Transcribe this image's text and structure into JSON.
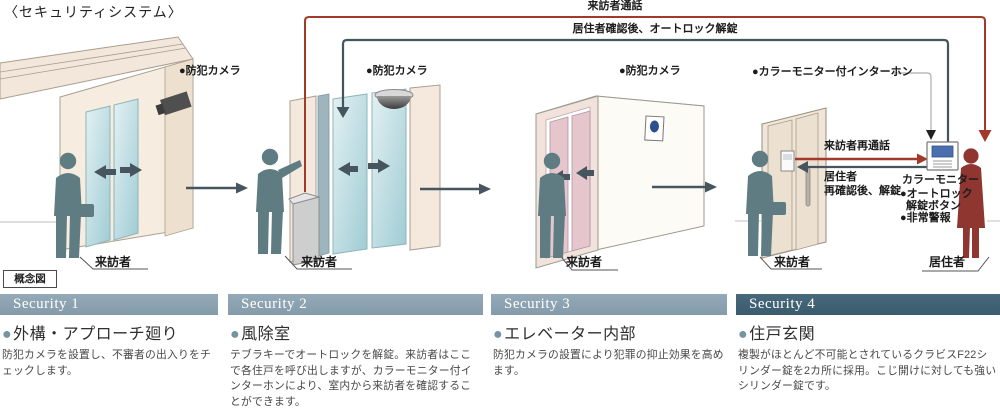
{
  "title": "〈セキュリティシステム〉",
  "flows": {
    "visitor_call": "来訪者通話",
    "autolock_release": "居住者確認後、オートロック解錠"
  },
  "scene1": {
    "camera": "●防犯カメラ",
    "visitor": "来訪者",
    "concept": "概念図"
  },
  "scene2": {
    "camera": "●防犯カメラ",
    "visitor": "来訪者"
  },
  "scene3": {
    "camera": "●防犯カメラ",
    "visitor": "来訪者"
  },
  "scene4": {
    "intercom": "●カラーモニター付インターホン",
    "recall": "来訪者再通話",
    "reunlock1": "居住者",
    "reunlock2": "再確認後、解錠",
    "monitor": "カラーモニター",
    "autolock1": "●オートロック",
    "autolock2": "解錠ボタン",
    "alarm": "●非常警報",
    "visitor": "来訪者",
    "resident": "居住者"
  },
  "sections": [
    {
      "header": "Security 1",
      "bullet": "●",
      "heading": "外構・アプローチ廻り",
      "body": "防犯カメラを設置し、不審者の出入りをチェックします。"
    },
    {
      "header": "Security 2",
      "bullet": "●",
      "heading": "風除室",
      "body": "テブラキーでオートロックを解錠。来訪者はここで各住戸を呼び出しますが、カラーモニター付インターホンにより、室内から来訪者を確認することができます。"
    },
    {
      "header": "Security 3",
      "bullet": "●",
      "heading": "エレベーター内部",
      "body": "防犯カメラの設置により犯罪の抑止効果を高めます。"
    },
    {
      "header": "Security 4",
      "bullet": "●",
      "heading": "住戸玄関",
      "body": "複製がほとんど不可能とされているクラビスF22シリンダー錠を2カ所に採用。こじ開けに対しても強いシリンダー錠です。"
    }
  ],
  "colors": {
    "accent_red": "#A23A2B",
    "accent_slate": "#45555D",
    "bar_light": "#8CA2B1",
    "bar_dark": "#3E6072",
    "figure_teal": "#5E7C82",
    "figure_red": "#8F3630"
  }
}
